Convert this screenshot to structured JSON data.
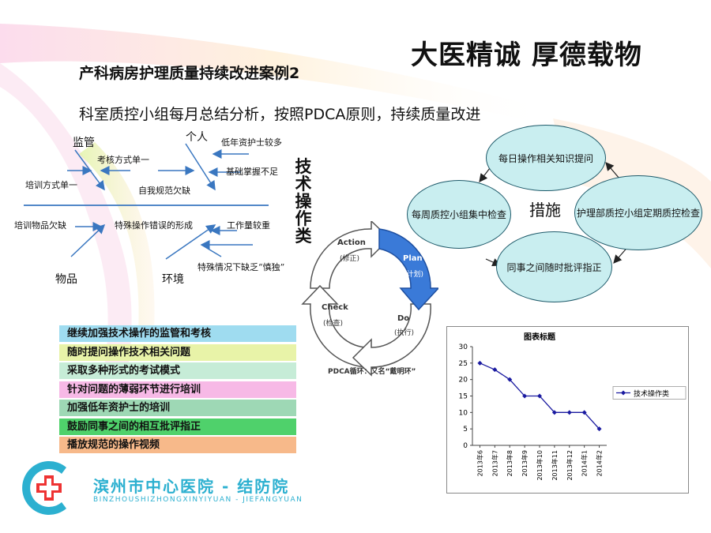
{
  "slogan": "大医精诚 厚德载物",
  "slide_title": "产科病房护理质量持续改进案例2",
  "subtitle": "科室质控小组每月总结分析，按照PDCA原则，持续质量改进",
  "fishbone": {
    "heads": [
      "监管",
      "个人",
      "物品",
      "环境"
    ],
    "causes": [
      "考核方式单一",
      "低年资护士较多",
      "培训方式单一",
      "基础掌握不足",
      "自我规范欠缺",
      "培训物品欠缺",
      "特殊操作错误的形成",
      "工作量较重",
      "特殊情况下缺乏“慎独”"
    ],
    "effect": "技术操作类"
  },
  "measures": {
    "center": "措施",
    "items": [
      "每日操作相关知识提问",
      "护理部质控小组定期质控检查",
      "同事之间随时批评指正",
      "每周质控小组集中检查"
    ]
  },
  "pdca": {
    "caption": "PDCA循环：又名“戴明环”",
    "stages": [
      {
        "en": "Action",
        "cn": "(修正)"
      },
      {
        "en": "Plan",
        "cn": "(计划)"
      },
      {
        "en": "Do",
        "cn": "(执行)"
      },
      {
        "en": "Check",
        "cn": "(检查)"
      }
    ]
  },
  "actions": [
    {
      "text": "继续加强技术操作的监管和考核",
      "color": "#9fdcf0"
    },
    {
      "text": "随时提问操作技术相关问题",
      "color": "#e8f3a8"
    },
    {
      "text": "采取多种形式的考试模式",
      "color": "#c6ecd7"
    },
    {
      "text": "针对问题的薄弱环节进行培训",
      "color": "#f7b9e6"
    },
    {
      "text": "加强低年资护士的培训",
      "color": "#9ed8b5"
    },
    {
      "text": "鼓励同事之间的相互批评指正",
      "color": "#4fd16b"
    },
    {
      "text": "播放规范的操作视频",
      "color": "#f7b98a"
    }
  ],
  "chart_data": {
    "type": "line",
    "title": "图表标题",
    "categories": [
      "2013年6",
      "2013年7",
      "2013年8",
      "2013年9",
      "2013年10",
      "2013年11",
      "2013年12",
      "2014年1",
      "2014年2"
    ],
    "series": [
      {
        "name": "技术操作类",
        "values": [
          25,
          23,
          20,
          15,
          15,
          10,
          10,
          10,
          5
        ]
      }
    ],
    "ylim": [
      0,
      30
    ],
    "yticks": [
      0,
      5,
      10,
      15,
      20,
      25,
      30
    ],
    "series_color": "#1a1aa0",
    "legend": "right",
    "grid": false
  },
  "hospital": {
    "name": "滨州市中心医院 - 结防院",
    "pinyin": "BINZHOUSHIZHONGXINYIYUAN - JIEFANGYUAN"
  }
}
